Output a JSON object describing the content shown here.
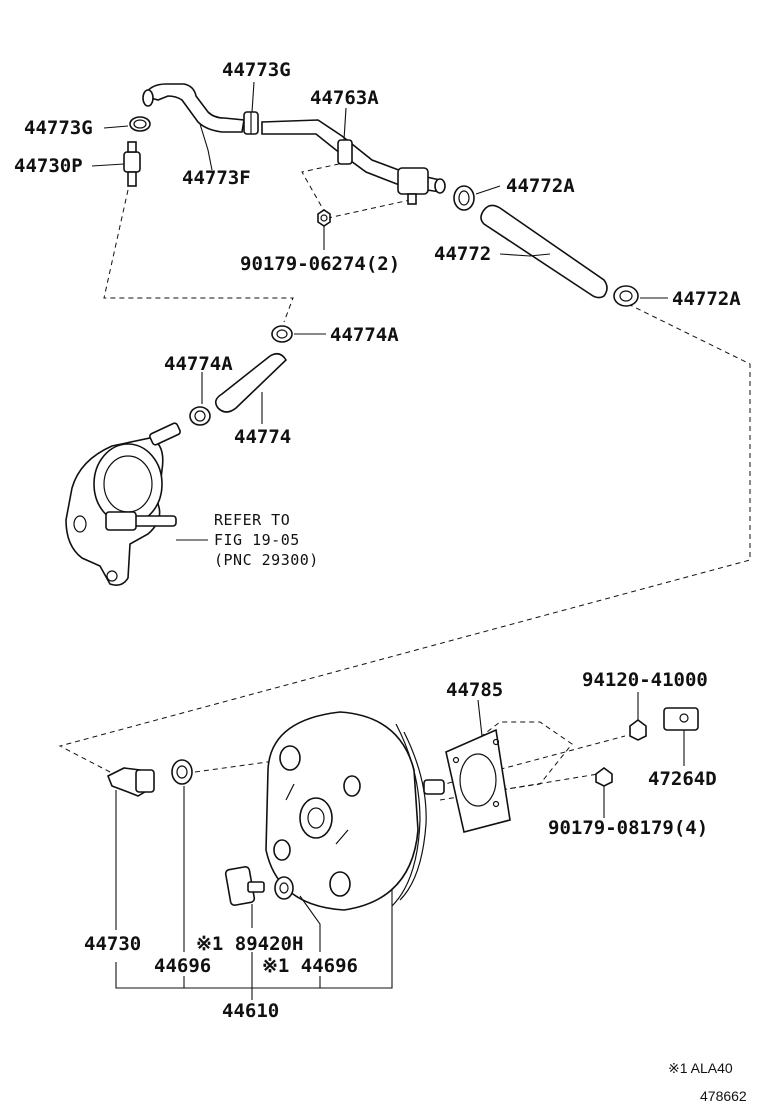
{
  "labels": {
    "p44773G_top": "44773G",
    "p44773G_left": "44773G",
    "p44730P": "44730P",
    "p44773F": "44773F",
    "p44763A": "44763A",
    "p44772A_top": "44772A",
    "p90179_06274": "90179-06274(2)",
    "p44772": "44772",
    "p44772A_right": "44772A",
    "p44774A_right": "44774A",
    "p44774A_left": "44774A",
    "p44774": "44774",
    "p44785": "44785",
    "p94120_41000": "94120-41000",
    "p47264D": "47264D",
    "p90179_08179": "90179-08179(4)",
    "p44730": "44730",
    "p44696_left": "44696",
    "p89420H": "※1 89420H",
    "p44696_right": "※1 44696",
    "p44610": "44610"
  },
  "reference": {
    "line1": "REFER TO",
    "line2": "FIG 19-05",
    "line3": "(PNC 29300)"
  },
  "footnote": "※1 ALA40",
  "diagram_id": "478662"
}
